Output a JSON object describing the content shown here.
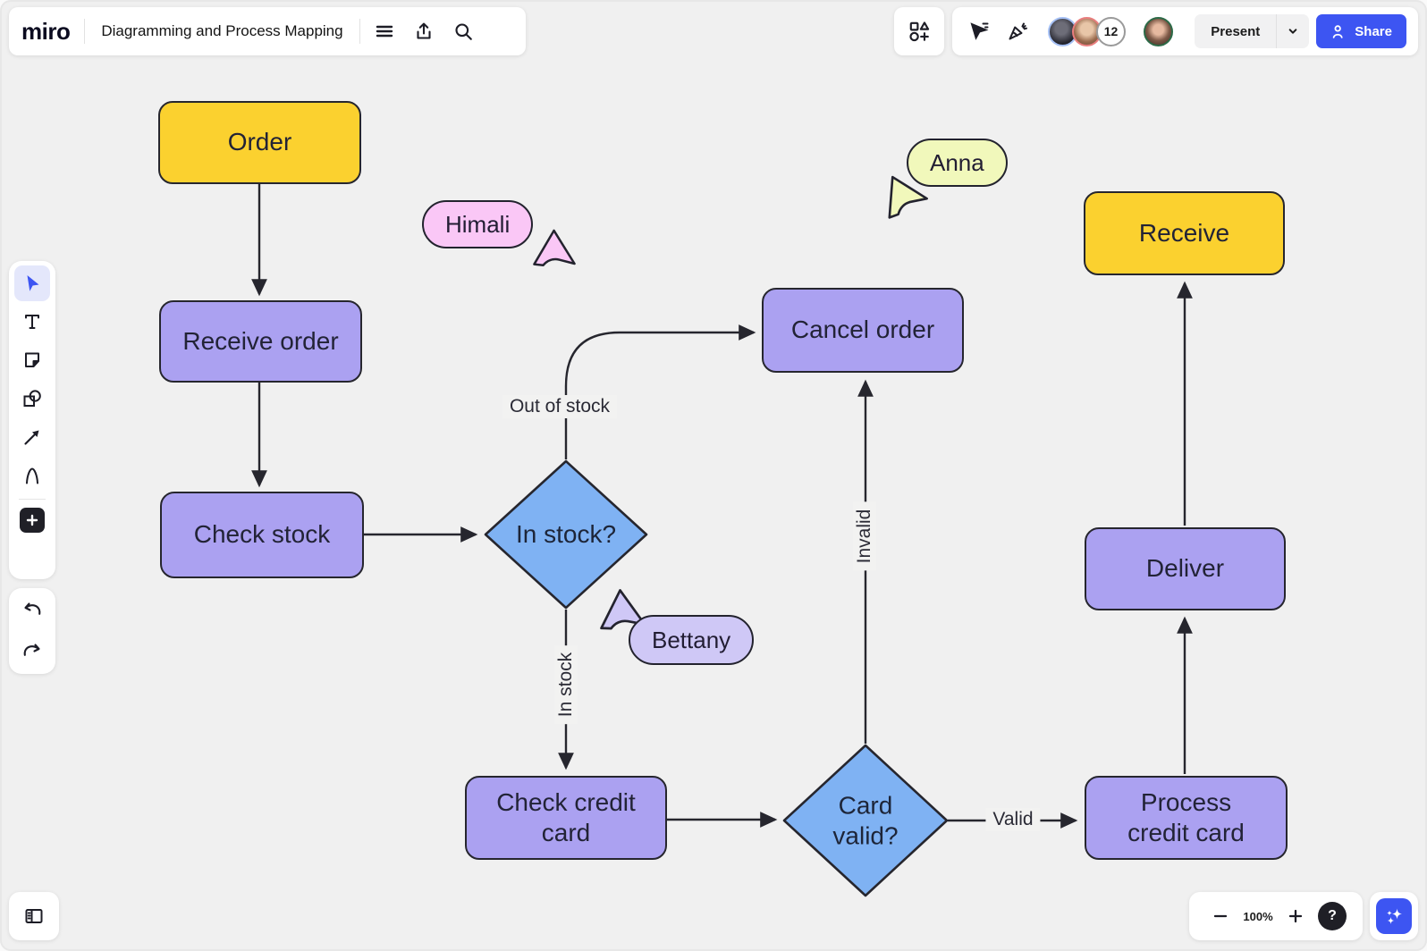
{
  "app": {
    "logo_text": "miro"
  },
  "top_bar": {
    "board_title": "Diagramming and Process Mapping",
    "present_label": "Present",
    "share_label": "Share",
    "avatars": {
      "overflow_count": "12",
      "rings": [
        "#A5C0F5",
        "#E97E7E",
        "#9A9A9A",
        "#2C6A47"
      ]
    }
  },
  "icons": {
    "top_left": [
      "menu-icon",
      "export-icon",
      "search-icon"
    ],
    "top_right": [
      "shapes-grid-icon",
      "follow-cursor-icon",
      "reactions-icon",
      "chevron-down-icon",
      "person-icon"
    ],
    "toolbar": [
      "select-cursor-icon",
      "text-icon",
      "sticky-note-icon",
      "shapes-icon",
      "connector-arrow-icon",
      "pen-icon",
      "plus-icon"
    ],
    "history": [
      "undo-icon",
      "redo-icon"
    ],
    "bottom": [
      "frames-panel-icon",
      "zoom-out-icon",
      "zoom-in-icon",
      "help-icon",
      "ai-sparkles-icon"
    ]
  },
  "zoom_bar": {
    "zoom_level": "100%",
    "help_label": "?"
  },
  "flowchart": {
    "nodes": {
      "order": {
        "label": "Order",
        "shape": "rounded-rect",
        "color": "#FBD12F"
      },
      "receive_order": {
        "label": "Receive order",
        "shape": "rounded-rect",
        "color": "#ABA1F1"
      },
      "check_stock": {
        "label": "Check stock",
        "shape": "rounded-rect",
        "color": "#ABA1F1"
      },
      "in_stock": {
        "label": "In stock?",
        "shape": "diamond",
        "color": "#7FB2F3"
      },
      "cancel_order": {
        "label": "Cancel order",
        "shape": "rounded-rect",
        "color": "#ABA1F1"
      },
      "check_credit_card": {
        "label": "Check credit card",
        "shape": "rounded-rect",
        "color": "#ABA1F1"
      },
      "card_valid": {
        "label": "Card valid?",
        "shape": "diamond",
        "color": "#7FB2F3"
      },
      "process_credit_card": {
        "label": "Process credit card",
        "shape": "rounded-rect",
        "color": "#ABA1F1"
      },
      "deliver": {
        "label": "Deliver",
        "shape": "rounded-rect",
        "color": "#ABA1F1"
      },
      "receive": {
        "label": "Receive",
        "shape": "rounded-rect",
        "color": "#FBD12F"
      }
    },
    "edge_labels": {
      "out_of_stock": "Out of stock",
      "in_stock": "In stock",
      "invalid": "Invalid",
      "valid": "Valid"
    },
    "collaborators": [
      {
        "name": "Himali",
        "color": "#FAC7F6"
      },
      {
        "name": "Anna",
        "color": "#F1F8BB"
      },
      {
        "name": "Bettany",
        "color": "#CFC8F6"
      }
    ]
  },
  "colors": {
    "canvas": "#F0F0F0",
    "panel": "#FFFFFF",
    "stroke": "#26262E",
    "accent": "#3D55F2",
    "node_yellow": "#FBD12F",
    "node_purple": "#ABA1F1",
    "node_blue": "#7FB2F3"
  }
}
